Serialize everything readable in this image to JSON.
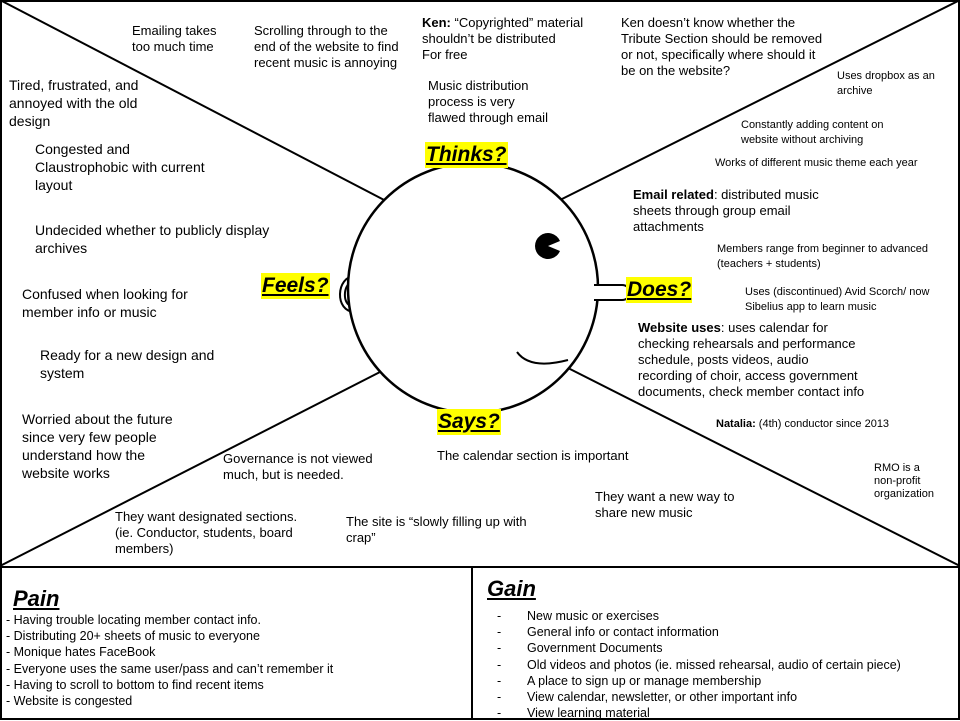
{
  "thinks": {
    "heading": "Thinks?",
    "emailing": "Emailing takes\ntoo much time",
    "scrolling": "Scrolling through to the\nend of the website to find\nrecent music is annoying",
    "ken_name": "Ken:",
    "ken_quote": " “Copyrighted” material\nshouldn’t be distributed\nFor free",
    "ken_tribute": "Ken doesn’t know whether the\nTribute Section should be removed\nor not, specifically where should it\nbe on the website?",
    "distribution": "Music distribution\nprocess is very\nflawed through email"
  },
  "feels": {
    "heading": "Feels?",
    "items": [
      "Tired, frustrated, and\nannoyed with the old\ndesign",
      "Congested and\nClaustrophobic with current\nlayout",
      "Undecided whether to publicly display\narchives",
      "Confused when looking for\nmember info or music",
      "Ready for a new design and\nsystem",
      "Worried about the future\nsince very few people\nunderstand how the\nwebsite works"
    ]
  },
  "does": {
    "heading": "Does?",
    "dropbox": "Uses dropbox as an\narchive",
    "adding": "Constantly adding content on\nwebsite without archiving",
    "themes": "Works of different music theme each year",
    "email_bold": "Email related",
    "email_rest": ": distributed music\nsheets through group email\nattachments",
    "members": "Members range from beginner to advanced\n(teachers + students)",
    "apps": "Uses (discontinued) Avid Scorch/ now\nSibelius app to learn music",
    "website_bold": "Website uses",
    "website_rest": ": uses calendar for\nchecking rehearsals and performance\nschedule, posts videos, audio\nrecording of choir, access government\ndocuments, check member contact info",
    "natalia_bold": "Natalia:",
    "natalia_rest": " (4th) conductor since 2013",
    "rmo": "RMO is a\nnon-profit\norganization"
  },
  "says": {
    "heading": "Says?",
    "calendar": "The calendar section is important",
    "governance": "Governance is not viewed\nmuch, but is needed.",
    "new_way": "They want a new way to\nshare new music",
    "sections": "They want designated sections.\n(ie. Conductor, students, board\nmembers)",
    "crap": "The site is “slowly filling up with\ncrap”"
  },
  "pain": {
    "heading": "Pain",
    "items": [
      "- Having trouble locating member contact info.",
      "- Distributing 20+ sheets of music to everyone",
      "- Monique hates FaceBook",
      "- Everyone uses the same user/pass and can’t remember it",
      "- Having to scroll to bottom to find recent items",
      "- Website is congested"
    ]
  },
  "gain": {
    "heading": "Gain",
    "items": [
      "New music or exercises",
      "General info or contact information",
      "Government Documents",
      "Old videos and photos (ie. missed rehearsal, audio of certain piece)",
      "A place to sign up or manage membership",
      "View calendar, newsletter, or other important info",
      "View learning material"
    ]
  },
  "colors": {
    "highlight": "#ffff00",
    "line": "#000000"
  }
}
